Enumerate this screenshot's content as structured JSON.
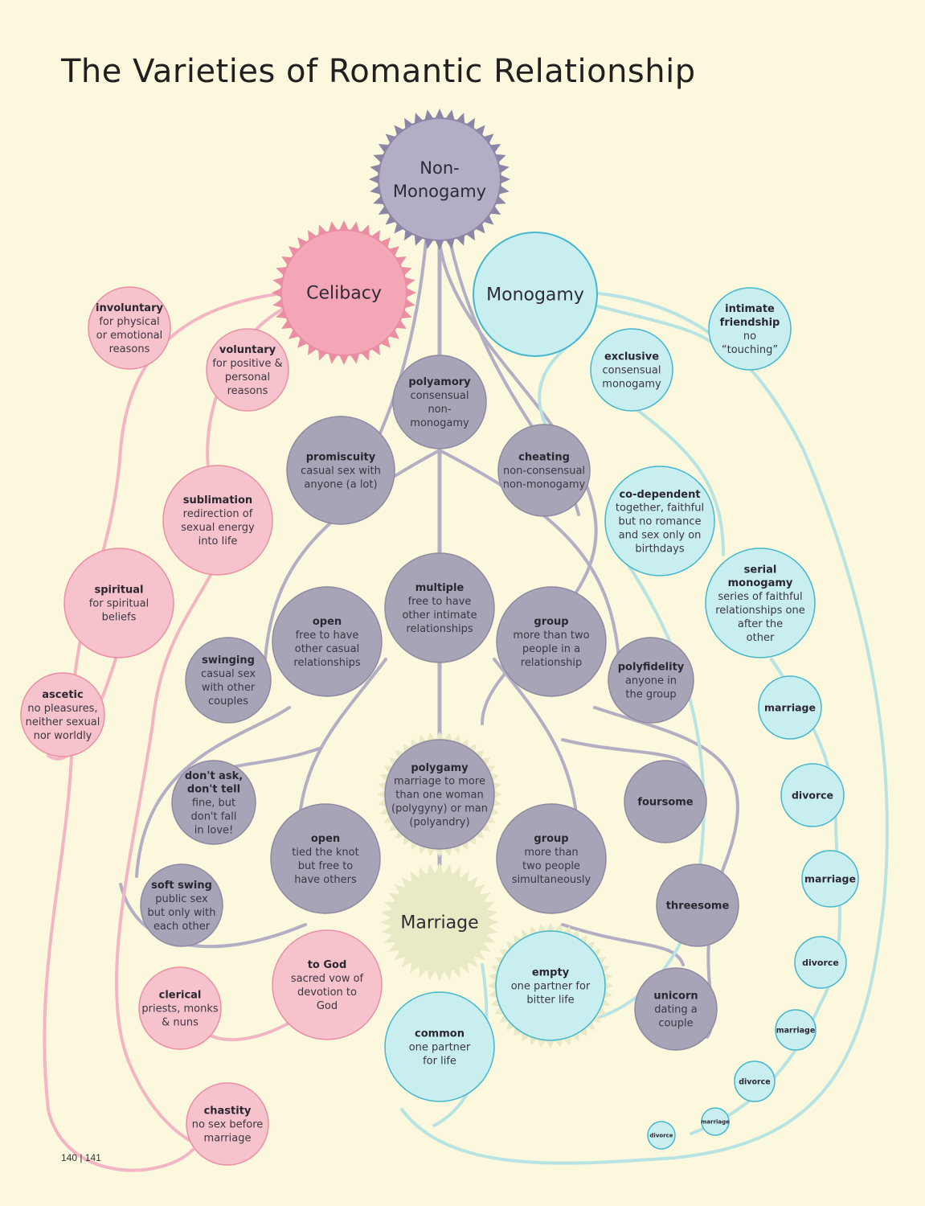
{
  "title": "The Varieties of Romantic Relationship",
  "folio": "140 | 141",
  "colors": {
    "background": "#fbf8de",
    "nonmono": "#b3aec6",
    "nonmono_edge": "#8c86a6",
    "nonmono_node": "#a8a4b8",
    "celibacy": "#f5a6b6",
    "celibacy_node": "#f6c3cd",
    "celibacy_edge": "#ec8ea3",
    "mono": "#c9eef0",
    "mono_edge": "#44b6cf",
    "marriage": "#eae9c6",
    "line_nonmono": "#b3aec4",
    "line_celibacy": "#f3b5c3",
    "line_mono": "#b7e3e3"
  },
  "hubs": {
    "nonmonogamy": [
      "Non-",
      "Monogamy"
    ],
    "celibacy": [
      "Celibacy"
    ],
    "monogamy": [
      "Monogamy"
    ],
    "marriage": [
      "Marriage"
    ]
  },
  "nodes": {
    "polyamory": {
      "title": [
        "polyamory"
      ],
      "desc": [
        "consensual",
        "non-",
        "monogamy"
      ]
    },
    "promiscuity": {
      "title": [
        "promiscuity"
      ],
      "desc": [
        "casual sex with",
        "anyone (a lot)"
      ]
    },
    "cheating": {
      "title": [
        "cheating"
      ],
      "desc": [
        "non-consensual",
        "non-monogamy"
      ]
    },
    "multiple": {
      "title": [
        "multiple"
      ],
      "desc": [
        "free to have",
        "other intimate",
        "relationships"
      ]
    },
    "open_rel": {
      "title": [
        "open"
      ],
      "desc": [
        "free to have",
        "other casual",
        "relationships"
      ]
    },
    "group_rel": {
      "title": [
        "group"
      ],
      "desc": [
        "more than two",
        "people in a",
        "relationship"
      ]
    },
    "swinging": {
      "title": [
        "swinging"
      ],
      "desc": [
        "casual sex",
        "with other",
        "couples"
      ]
    },
    "polyfidelity": {
      "title": [
        "polyfidelity"
      ],
      "desc": [
        "anyone in",
        "the group"
      ]
    },
    "polygamy": {
      "title": [
        "polygamy"
      ],
      "desc": [
        "marriage to more",
        "than one woman",
        "(polygyny) or man",
        "(polyandry)"
      ]
    },
    "dont_ask": {
      "title": [
        "don't ask,",
        "don't tell"
      ],
      "desc": [
        "fine, but",
        "don't fall",
        "in love!"
      ]
    },
    "open_mar": {
      "title": [
        "open"
      ],
      "desc": [
        "tied the knot",
        "but free to",
        "have others"
      ]
    },
    "group_mar": {
      "title": [
        "group"
      ],
      "desc": [
        "more than",
        "two people",
        "simultaneously"
      ]
    },
    "foursome": {
      "title": [
        "foursome"
      ],
      "desc": []
    },
    "threesome": {
      "title": [
        "threesome"
      ],
      "desc": []
    },
    "soft_swing": {
      "title": [
        "soft swing"
      ],
      "desc": [
        "public sex",
        "but only with",
        "each other"
      ]
    },
    "unicorn": {
      "title": [
        "unicorn"
      ],
      "desc": [
        "dating a",
        "couple"
      ]
    },
    "involuntary": {
      "title": [
        "involuntary"
      ],
      "desc": [
        "for physical",
        "or emotional",
        "reasons"
      ]
    },
    "voluntary": {
      "title": [
        "voluntary"
      ],
      "desc": [
        "for positive &",
        "personal",
        "reasons"
      ]
    },
    "sublimation": {
      "title": [
        "sublimation"
      ],
      "desc": [
        "redirection of",
        "sexual energy",
        "into life"
      ]
    },
    "spiritual": {
      "title": [
        "spiritual"
      ],
      "desc": [
        "for spiritual",
        "beliefs"
      ]
    },
    "ascetic": {
      "title": [
        "ascetic"
      ],
      "desc": [
        "no pleasures,",
        "neither sexual",
        "nor worldly"
      ]
    },
    "to_god": {
      "title": [
        "to God"
      ],
      "desc": [
        "sacred vow of",
        "devotion to",
        "God"
      ]
    },
    "clerical": {
      "title": [
        "clerical"
      ],
      "desc": [
        "priests, monks",
        "& nuns"
      ]
    },
    "chastity": {
      "title": [
        "chastity"
      ],
      "desc": [
        "no sex before",
        "marriage"
      ]
    },
    "intimate": {
      "title": [
        "intimate",
        "friendship"
      ],
      "desc": [
        "no",
        "“touching”"
      ]
    },
    "exclusive": {
      "title": [
        "exclusive"
      ],
      "desc": [
        "consensual",
        "monogamy"
      ]
    },
    "codependent": {
      "title": [
        "co-dependent"
      ],
      "desc": [
        "together, faithful",
        "but no romance",
        "and sex only on",
        "birthdays"
      ]
    },
    "serial": {
      "title": [
        "serial",
        "monogamy"
      ],
      "desc": [
        "series of faithful",
        "relationships one",
        "after the",
        "other"
      ]
    },
    "empty": {
      "title": [
        "empty"
      ],
      "desc": [
        "one partner for",
        "bitter life"
      ]
    },
    "common": {
      "title": [
        "common"
      ],
      "desc": [
        "one partner",
        "for life"
      ]
    },
    "chain_1": {
      "title": [
        "marriage"
      ],
      "desc": []
    },
    "chain_2": {
      "title": [
        "divorce"
      ],
      "desc": []
    },
    "chain_3": {
      "title": [
        "marriage"
      ],
      "desc": []
    },
    "chain_4": {
      "title": [
        "divorce"
      ],
      "desc": []
    },
    "chain_5": {
      "title": [
        "marriage"
      ],
      "desc": []
    },
    "chain_6": {
      "title": [
        "divorce"
      ],
      "desc": []
    },
    "chain_7": {
      "title": [
        "marriage"
      ],
      "desc": []
    },
    "chain_8": {
      "title": [
        "divorce"
      ],
      "desc": []
    }
  }
}
